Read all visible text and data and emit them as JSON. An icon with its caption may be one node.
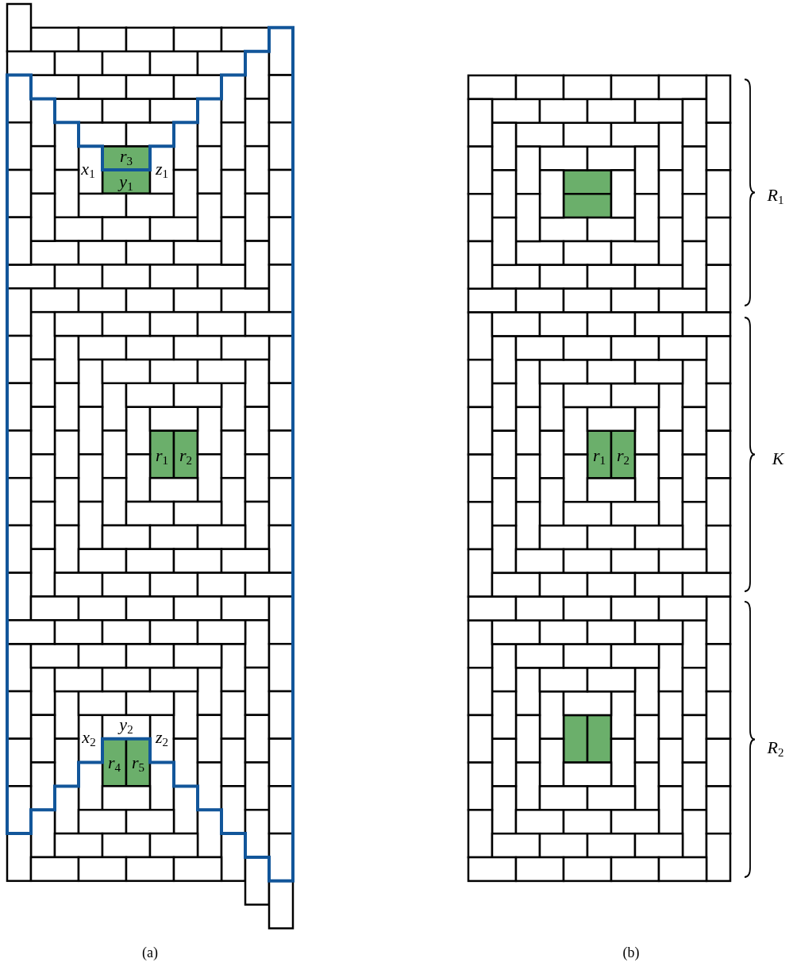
{
  "diagram": {
    "labels": [
      "r$_{3}$",
      "x$_{1}$",
      "y$_{1}$",
      "z$_{1}$",
      "r$_{1}$",
      "r$_{2}$",
      "y$_{2}$",
      "x$_{2}$",
      "z$_{2}$",
      "r$_{4}$",
      "r$_{5}$",
      "r$_{1}$",
      "r$_{2}$",
      "R$_{1}$",
      "K",
      "R$_{2}$",
      "(a)",
      "(b)"
    ]
  }
}
